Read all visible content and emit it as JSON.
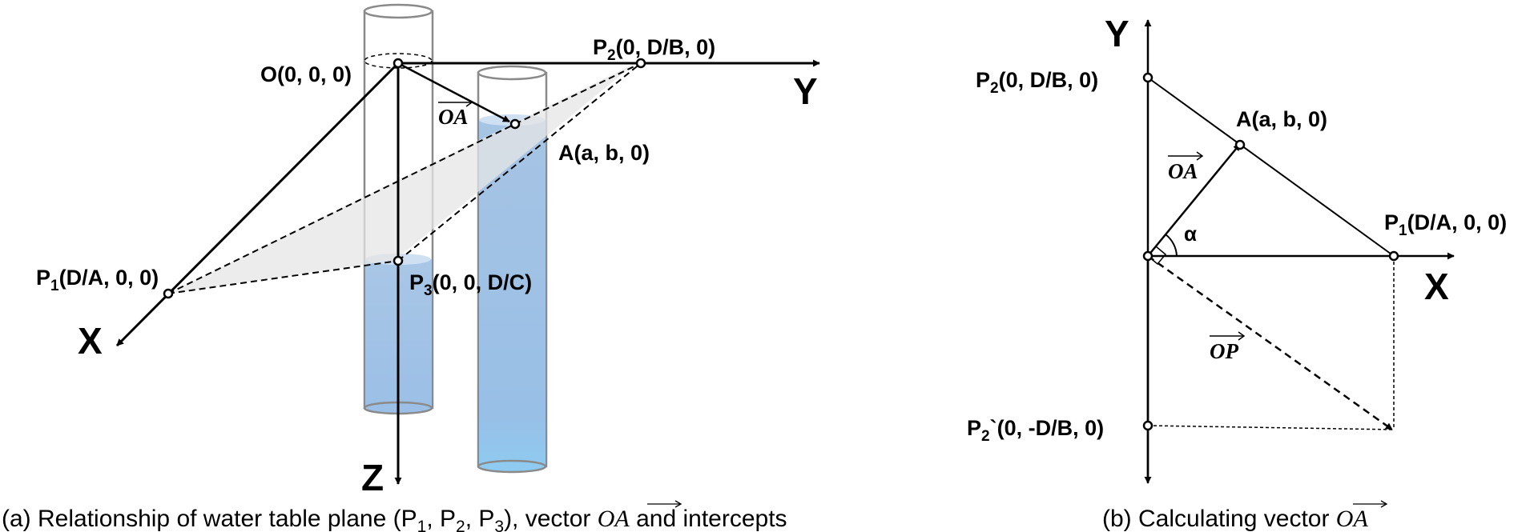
{
  "panel_a": {
    "x_axis": "X",
    "y_axis": "Y",
    "z_axis": "Z",
    "origin": "O(0, 0, 0)",
    "p1": {
      "main": "P",
      "sub": "1",
      "coords": "(D/A, 0, 0)"
    },
    "p2": {
      "main": "P",
      "sub": "2",
      "coords": "(0, D/B, 0)"
    },
    "p3": {
      "main": "P",
      "sub": "3",
      "coords": "(0, 0, D/C)"
    },
    "a_point": "A(a, b, 0)",
    "vector_oa": "OA",
    "caption": {
      "prefix": "(a) Relationship of water table plane (P",
      "s1": "1",
      "m1": ", P",
      "s2": "2",
      "m2": ", P",
      "s3": "3",
      "m3": "), vector ",
      "vector": "OA",
      "suffix": " and intercepts"
    }
  },
  "panel_b": {
    "x_axis": "X",
    "y_axis": "Y",
    "p1": {
      "main": "P",
      "sub": "1",
      "coords": "(D/A, 0, 0)"
    },
    "p2": {
      "main": "P",
      "sub": "2",
      "coords": "(0, D/B, 0)"
    },
    "p2_prime": {
      "main": "P",
      "sub": "2",
      "coords": "`(0, -D/B, 0)"
    },
    "a_point": "A(a, b, 0)",
    "vector_oa": "OA",
    "vector_op": "OP",
    "angle": "α",
    "caption": {
      "prefix": "(b) Calculating vector ",
      "vector": "OA"
    }
  },
  "colors": {
    "water_top": "#a9c6e6",
    "water_bottom": "#8fc7ee",
    "plane_fill": "#e6e6e6",
    "tube_stroke": "#8a8a8a",
    "line": "#000000"
  }
}
